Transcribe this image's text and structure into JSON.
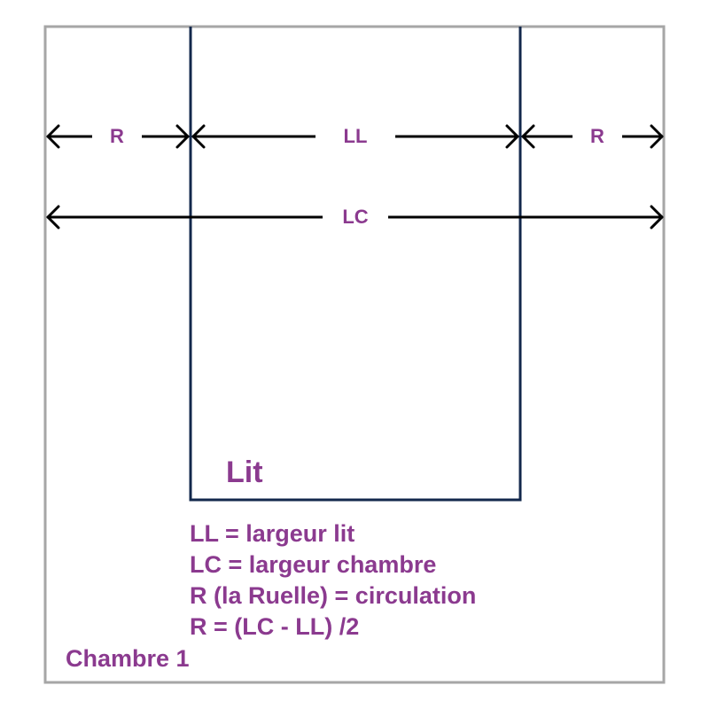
{
  "colors": {
    "room_border": "#a6a6a6",
    "bed_border": "#13284c",
    "arrow": "#000000",
    "text": "#8b3a8f"
  },
  "dimensions": {
    "r_left": "R",
    "ll": "LL",
    "r_right": "R",
    "lc": "LC"
  },
  "bed": {
    "label": "Lit"
  },
  "legend": [
    "LL = largeur lit",
    "LC = largeur chambre",
    "R (la Ruelle) = circulation",
    "R = (LC - LL) /2"
  ],
  "room": {
    "label": "Chambre 1"
  }
}
